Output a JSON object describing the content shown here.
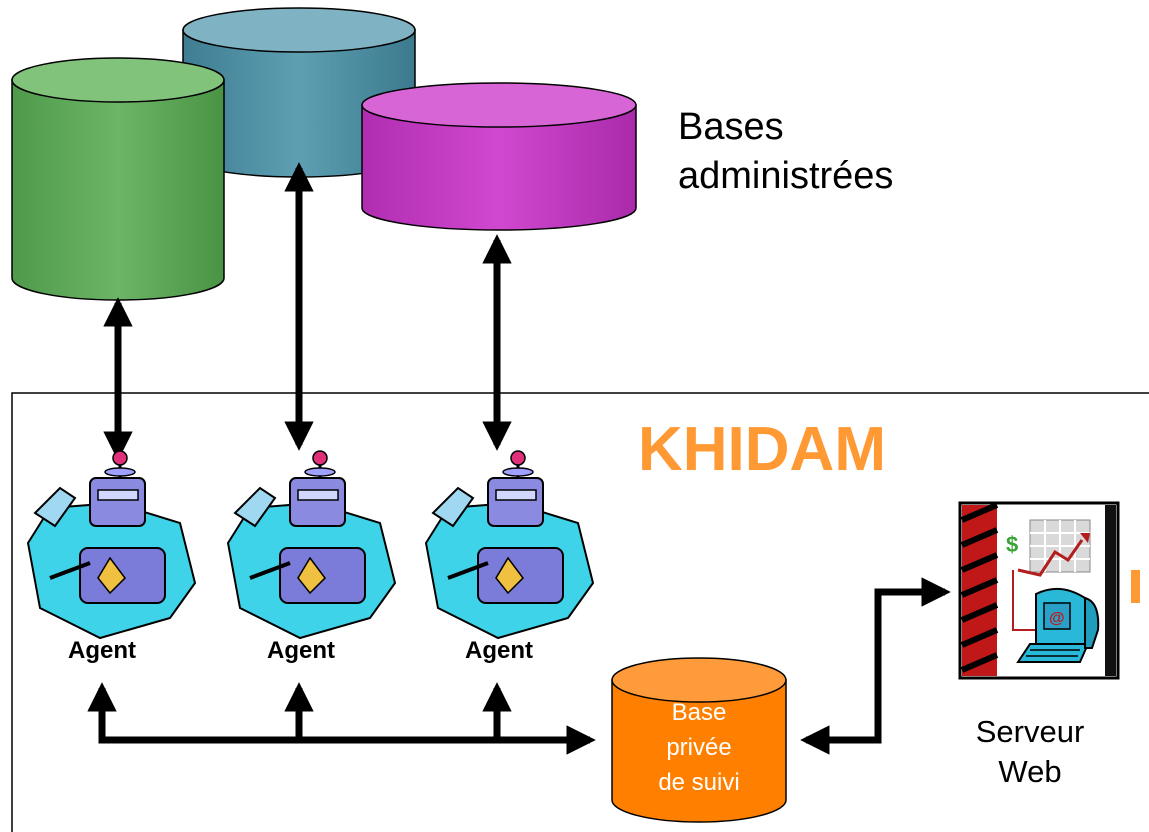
{
  "top_label": {
    "line1": "Bases",
    "line2": "administrées"
  },
  "system": {
    "title": "KHIDAM",
    "title_color": "#FF9933"
  },
  "agents": [
    {
      "label": "Agent"
    },
    {
      "label": "Agent"
    },
    {
      "label": "Agent"
    }
  ],
  "private_db": {
    "line1": "Base",
    "line2": "privée",
    "line3": "de suivi",
    "color": "#FF8000"
  },
  "web_server": {
    "line1": "Serveur",
    "line2": "Web"
  },
  "managed_dbs": [
    {
      "name": "green-database",
      "color": "#5FA85A"
    },
    {
      "name": "teal-database",
      "color": "#4F8CA0"
    },
    {
      "name": "magenta-database",
      "color": "#C23CC0"
    }
  ],
  "icons": {
    "agent": "robot-icon",
    "web": "web-server-icon",
    "dollar": "$",
    "at": "@"
  }
}
